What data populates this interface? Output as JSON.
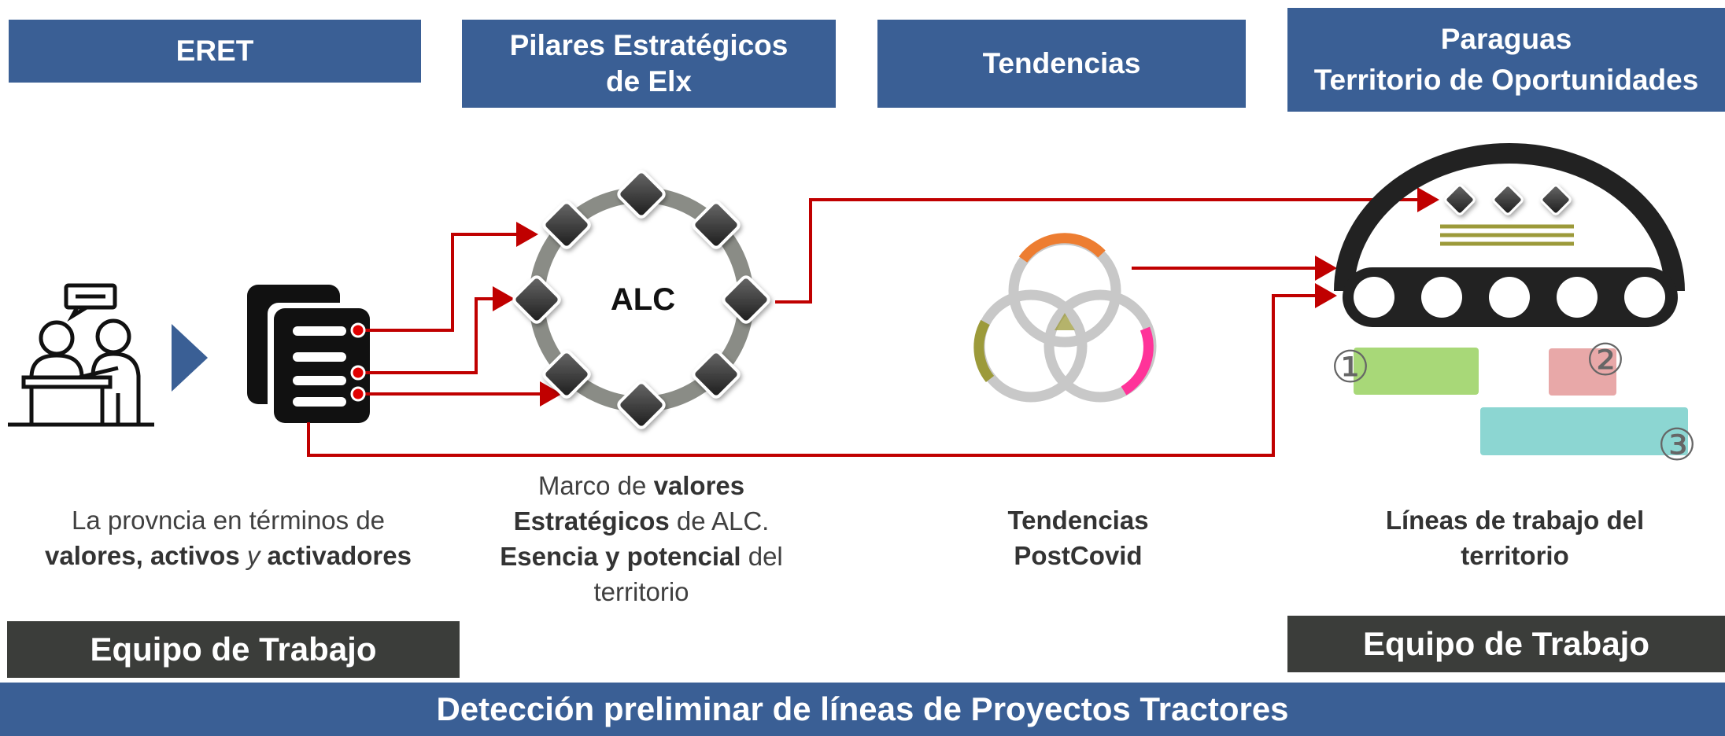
{
  "headers": {
    "eret": "ERET",
    "pilares_line1": "Pilares Estratégicos",
    "pilares_line2": "de Elx",
    "tendencias": "Tendencias",
    "paraguas_line1": "Paraguas",
    "paraguas_line2": "Territorio de Oportunidades"
  },
  "center_label": "ALC",
  "numbers": {
    "one": "①",
    "two": "②",
    "three": "③"
  },
  "captions": {
    "eret": {
      "line1": "La provncia en términos de",
      "valores_activos": "valores, activos",
      "y": "y",
      "activadores": "activadores"
    },
    "alc": {
      "marco": "Marco de",
      "valores": "valores",
      "estrategicos": "Estratégicos",
      "de_alc": "de ALC.",
      "esencia": "Esencia y potencial",
      "del": "del",
      "territorio": "territorio"
    },
    "tendencias": {
      "line1": "Tendencias",
      "line2": "PostCovid"
    },
    "lineas": {
      "bold": "Líneas de trabajo",
      "del": "del",
      "territorio": "territorio"
    }
  },
  "team_left": "Equipo de Trabajo",
  "team_right": "Equipo de Trabajo",
  "footer": "Detección preliminar de líneas de Proyectos Tractores",
  "colors": {
    "header_blue": "#3a5f95",
    "team_dark": "#3b3d3a",
    "arrow_red": "#c00000",
    "ring_gray": "#8a8c86",
    "orange": "#ed7d31",
    "olive": "#9c9a3a",
    "pink": "#ff3399",
    "bar_green": "#a8d878",
    "bar_pink": "#e8a8a8",
    "bar_teal": "#8cd6d2"
  }
}
